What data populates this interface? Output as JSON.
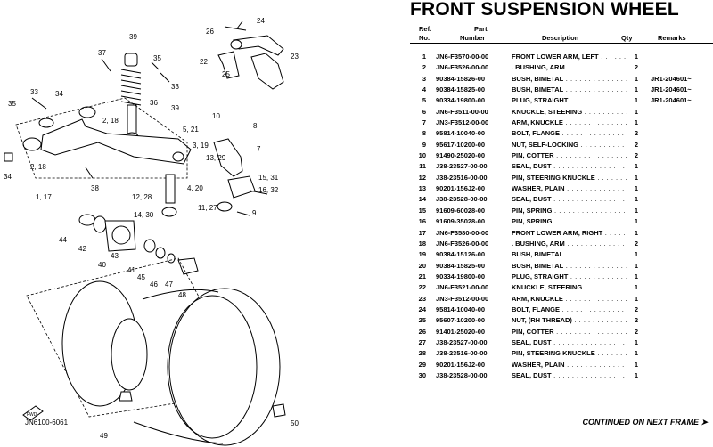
{
  "page": {
    "title": "FRONT SUSPENSION WHEEL",
    "drawing_code": "JN6100-6061",
    "continued": "CONTINUED ON NEXT FRAME ➤",
    "fwd_label": "FWD"
  },
  "headers": {
    "ref_line1": "Ref.",
    "ref_line2": "No.",
    "part_line1": "Part",
    "part_line2": "Number",
    "description": "Description",
    "qty": "Qty",
    "remarks": "Remarks"
  },
  "parts": [
    {
      "ref": "1",
      "part": "JN6-F3570-00-00",
      "desc": "FRONT LOWER ARM, LEFT",
      "qty": "1",
      "rem": ""
    },
    {
      "ref": "2",
      "part": "JN6-F3526-00-00",
      "desc": ". BUSHING, ARM",
      "qty": "2",
      "rem": ""
    },
    {
      "ref": "3",
      "part": "90384-15826-00",
      "desc": "BUSH, BIMETAL",
      "qty": "1",
      "rem": "JR1-204601~"
    },
    {
      "ref": "4",
      "part": "90384-15825-00",
      "desc": "BUSH, BIMETAL",
      "qty": "1",
      "rem": "JR1-204601~"
    },
    {
      "ref": "5",
      "part": "90334-19800-00",
      "desc": "PLUG, STRAIGHT",
      "qty": "1",
      "rem": "JR1-204601~"
    },
    {
      "ref": "6",
      "part": "JN6-F3511-00-00",
      "desc": "KNUCKLE, STEERING",
      "qty": "1",
      "rem": ""
    },
    {
      "ref": "7",
      "part": "JN3-F3512-00-00",
      "desc": "ARM, KNUCKLE",
      "qty": "1",
      "rem": ""
    },
    {
      "ref": "8",
      "part": "95814-10040-00",
      "desc": "BOLT, FLANGE",
      "qty": "2",
      "rem": ""
    },
    {
      "ref": "9",
      "part": "95617-10200-00",
      "desc": "NUT, SELF-LOCKING",
      "qty": "2",
      "rem": ""
    },
    {
      "ref": "10",
      "part": "91490-25020-00",
      "desc": "PIN, COTTER",
      "qty": "2",
      "rem": ""
    },
    {
      "ref": "11",
      "part": "J38-23527-00-00",
      "desc": "SEAL, DUST",
      "qty": "1",
      "rem": ""
    },
    {
      "ref": "12",
      "part": "J38-23516-00-00",
      "desc": "PIN, STEERING KNUCKLE",
      "qty": "1",
      "rem": ""
    },
    {
      "ref": "13",
      "part": "90201-156J2-00",
      "desc": "WASHER, PLAIN",
      "qty": "1",
      "rem": ""
    },
    {
      "ref": "14",
      "part": "J38-23528-00-00",
      "desc": "SEAL, DUST",
      "qty": "1",
      "rem": ""
    },
    {
      "ref": "15",
      "part": "91609-60028-00",
      "desc": "PIN, SPRING",
      "qty": "1",
      "rem": ""
    },
    {
      "ref": "16",
      "part": "91609-35028-00",
      "desc": "PIN, SPRING",
      "qty": "1",
      "rem": ""
    },
    {
      "ref": "17",
      "part": "JN6-F3580-00-00",
      "desc": "FRONT LOWER ARM, RIGHT",
      "qty": "1",
      "rem": ""
    },
    {
      "ref": "18",
      "part": "JN6-F3526-00-00",
      "desc": ". BUSHING, ARM",
      "qty": "2",
      "rem": ""
    },
    {
      "ref": "19",
      "part": "90384-15126-00",
      "desc": "BUSH, BIMETAL",
      "qty": "1",
      "rem": ""
    },
    {
      "ref": "20",
      "part": "90384-15825-00",
      "desc": "BUSH, BIMETAL",
      "qty": "1",
      "rem": ""
    },
    {
      "ref": "21",
      "part": "90334-19800-00",
      "desc": "PLUG, STRAIGHT",
      "qty": "1",
      "rem": ""
    },
    {
      "ref": "22",
      "part": "JN6-F3521-00-00",
      "desc": "KNUCKLE, STEERING",
      "qty": "1",
      "rem": ""
    },
    {
      "ref": "23",
      "part": "JN3-F3512-00-00",
      "desc": "ARM, KNUCKLE",
      "qty": "1",
      "rem": ""
    },
    {
      "ref": "24",
      "part": "95814-10040-00",
      "desc": "BOLT, FLANGE",
      "qty": "2",
      "rem": ""
    },
    {
      "ref": "25",
      "part": "95607-10200-00",
      "desc": "NUT, (RH THREAD)",
      "qty": "2",
      "rem": ""
    },
    {
      "ref": "26",
      "part": "91401-25020-00",
      "desc": "PIN, COTTER",
      "qty": "2",
      "rem": ""
    },
    {
      "ref": "27",
      "part": "J38-23527-00-00",
      "desc": "SEAL, DUST",
      "qty": "1",
      "rem": ""
    },
    {
      "ref": "28",
      "part": "J38-23516-00-00",
      "desc": "PIN, STEERING KNUCKLE",
      "qty": "1",
      "rem": ""
    },
    {
      "ref": "29",
      "part": "90201-156J2-00",
      "desc": "WASHER, PLAIN",
      "qty": "1",
      "rem": ""
    },
    {
      "ref": "30",
      "part": "J38-23528-00-00",
      "desc": "SEAL, DUST",
      "qty": "1",
      "rem": ""
    }
  ],
  "callouts": {
    "c24": "24",
    "c26": "26",
    "c23": "23",
    "c22": "22",
    "c25": "25",
    "c39a": "39",
    "c37": "37",
    "c35a": "35",
    "c33a": "33",
    "c33b": "33",
    "c34a": "34",
    "c35b": "35",
    "c36": "36",
    "c218a": "2, 18",
    "c39b": "39",
    "c10": "10",
    "c8": "8",
    "c521": "5, 21",
    "c319": "3, 19",
    "c7": "7",
    "c1329": "13, 29",
    "c1531": "15, 31",
    "c1632": "16, 32",
    "c218b": "2, 18",
    "c34b": "34",
    "c117": "1, 17",
    "c38": "38",
    "c420": "4, 20",
    "c1228": "12, 28",
    "c1127": "11, 27",
    "c9": "9",
    "c1430": "14, 30",
    "c44": "44",
    "c42": "42",
    "c40": "40",
    "c43": "43",
    "c41": "41",
    "c45": "45",
    "c46": "46",
    "c47": "47",
    "c48": "48",
    "c49": "49",
    "c50": "50"
  }
}
